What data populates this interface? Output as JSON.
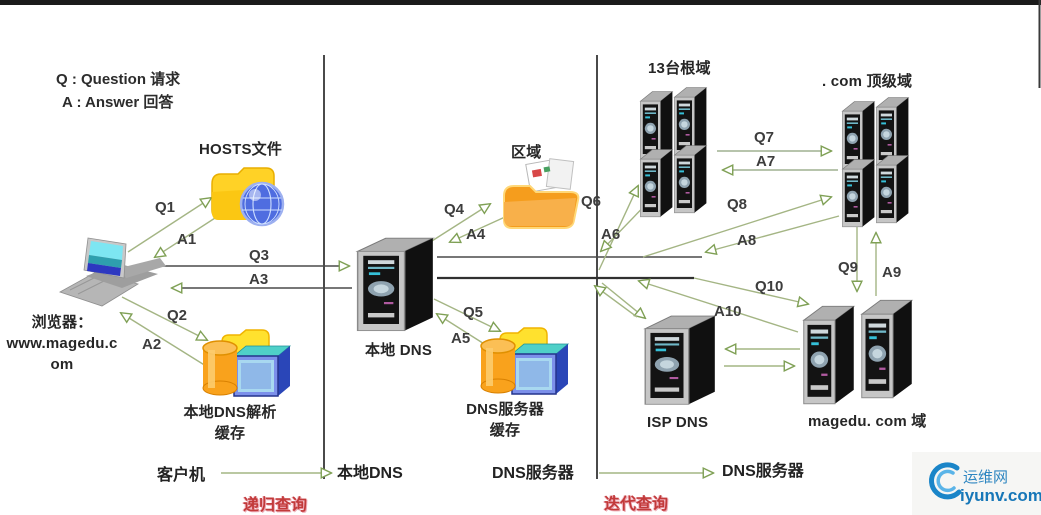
{
  "legend": {
    "q_line": "Q : Question 请求",
    "a_line": "A : Answer 回答"
  },
  "nodes": {
    "hosts": "HOSTS文件",
    "browser_line1": "浏览器：",
    "browser_line2": "www.magedu.c",
    "browser_line3": "om",
    "local_cache_line1": "本地DNS解析",
    "local_cache_line2": "缓存",
    "zone": "区域",
    "local_dns": "本地 DNS",
    "dns_cache_line1": "DNS服务器",
    "dns_cache_line2": "缓存",
    "root": "13台根域",
    "com": ". com 顶级域",
    "isp": "ISP DNS",
    "magedu": "magedu. com 域"
  },
  "arrows": {
    "q1": "Q1",
    "a1": "A1",
    "q2": "Q2",
    "a2": "A2",
    "q3": "Q3",
    "a3": "A3",
    "q4": "Q4",
    "a4": "A4",
    "q5": "Q5",
    "a5": "A5",
    "q6": "Q6",
    "a6": "A6",
    "q7": "Q7",
    "a7": "A7",
    "q8": "Q8",
    "a8": "A8",
    "q9": "Q9",
    "a9": "A9",
    "q10": "Q10",
    "a10": "A10"
  },
  "bottom": {
    "client": "客户机",
    "local_dns": "本地DNS",
    "dns_server_left": "DNS服务器",
    "dns_server_right": "DNS服务器",
    "recursive": "递归查询",
    "iterative": "迭代查询"
  },
  "watermark": {
    "name": "运维网",
    "url": "iyunv.com"
  },
  "colors": {
    "arrow_green": "#a4b584",
    "line_dark": "#4a4a4a",
    "red_label": "#c23a3a",
    "watermark_blue": "#1a85c8"
  }
}
